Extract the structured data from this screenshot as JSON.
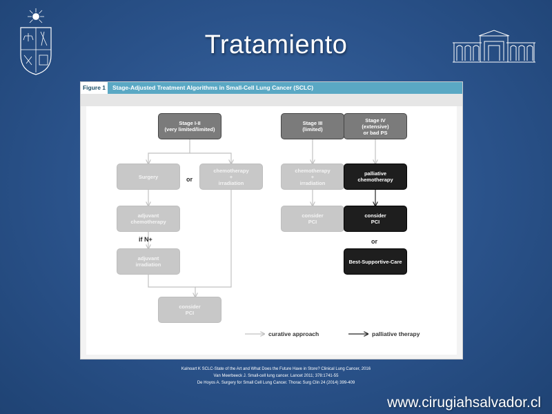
{
  "slide": {
    "title": "Tratamiento",
    "website": "www.cirugiahsalvador.cl",
    "references": [
      "Kalnoart K SCLC-State of the Art and What Does the Future Have in Store? Clinical Lung Cancer, 2016",
      "Van Meerbeeck J. Small-cell lung cancer. Lancet 2011; 378:1741-55",
      "De Hoyos A. Surgery for Small Cell Lung Cancer. Thorac Surg Clin 24 (2014) 399-409"
    ]
  },
  "figure": {
    "label": "Figure 1",
    "title": "Stage-Adjusted Treatment Algorithms in Small-Cell Lung Cancer (SCLC)",
    "nodes": {
      "stage_1_2": "Stage I-II\n(very limited/limited)",
      "stage_3": "Stage III\n(limited)",
      "stage_4": "Stage IV\n(extensive)\nor bad PS",
      "surgery": "Surgery",
      "chemo_irr_1": "chemotherapy\n+\nirradiation",
      "chemo_irr_3": "chemotherapy\n+\nirradiation",
      "palliative_chemo": "palliative\nchemotherapy",
      "adjuvant_chemo": "adjuvant\nchemotherapy",
      "consider_pci_3": "consider\nPCI",
      "consider_pci_4": "consider\nPCI",
      "adjuvant_irr": "adjuvant\nirradiation",
      "best_supportive": "Best-Supportive-Care",
      "consider_pci_1": "consider\nPCI"
    },
    "labels": {
      "or_1": "or",
      "if_n_plus": "if N+",
      "or_2": "or"
    },
    "legend": {
      "curative": "curative approach",
      "palliative": "palliative therapy"
    }
  },
  "colors": {
    "background": "#2a528a",
    "header": "#5aa8c4",
    "stage_box": "#7b7b7b",
    "curative_box": "#c8c8c8",
    "palliative_box": "#1e1e1e"
  }
}
